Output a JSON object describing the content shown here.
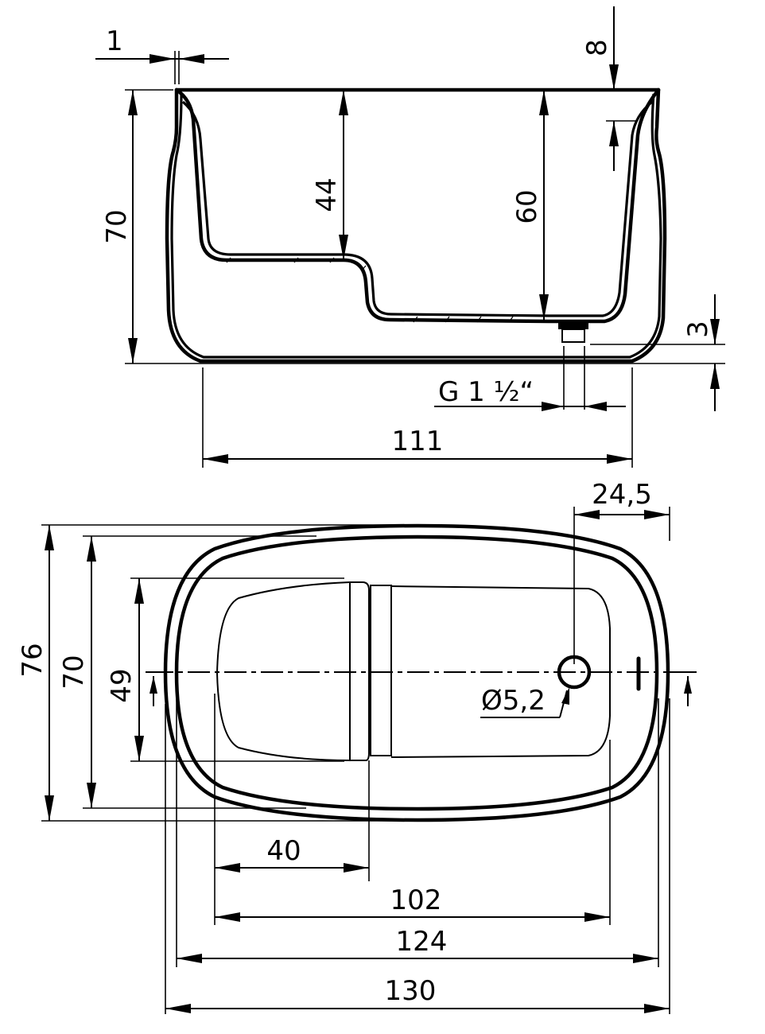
{
  "drawing": {
    "subject": "bathtub with seat",
    "line_color": "#000000",
    "background": "#ffffff"
  },
  "side_view": {
    "dimensions": {
      "rim_thickness": "1",
      "rim_drop": "8",
      "total_height": "70",
      "seat_depth": "44",
      "basin_depth": "60",
      "drain_offset": "3",
      "drain_thread": "G 1 ½“",
      "base_length": "111"
    }
  },
  "top_view": {
    "dimensions": {
      "outer_width": "76",
      "inner_width": "70",
      "seat_width": "49",
      "drain_from_end": "24,5",
      "drain_diameter": "Ø5,2",
      "seat_length": "40",
      "inner_length": "102",
      "rim_length": "124",
      "outer_length": "130"
    }
  }
}
